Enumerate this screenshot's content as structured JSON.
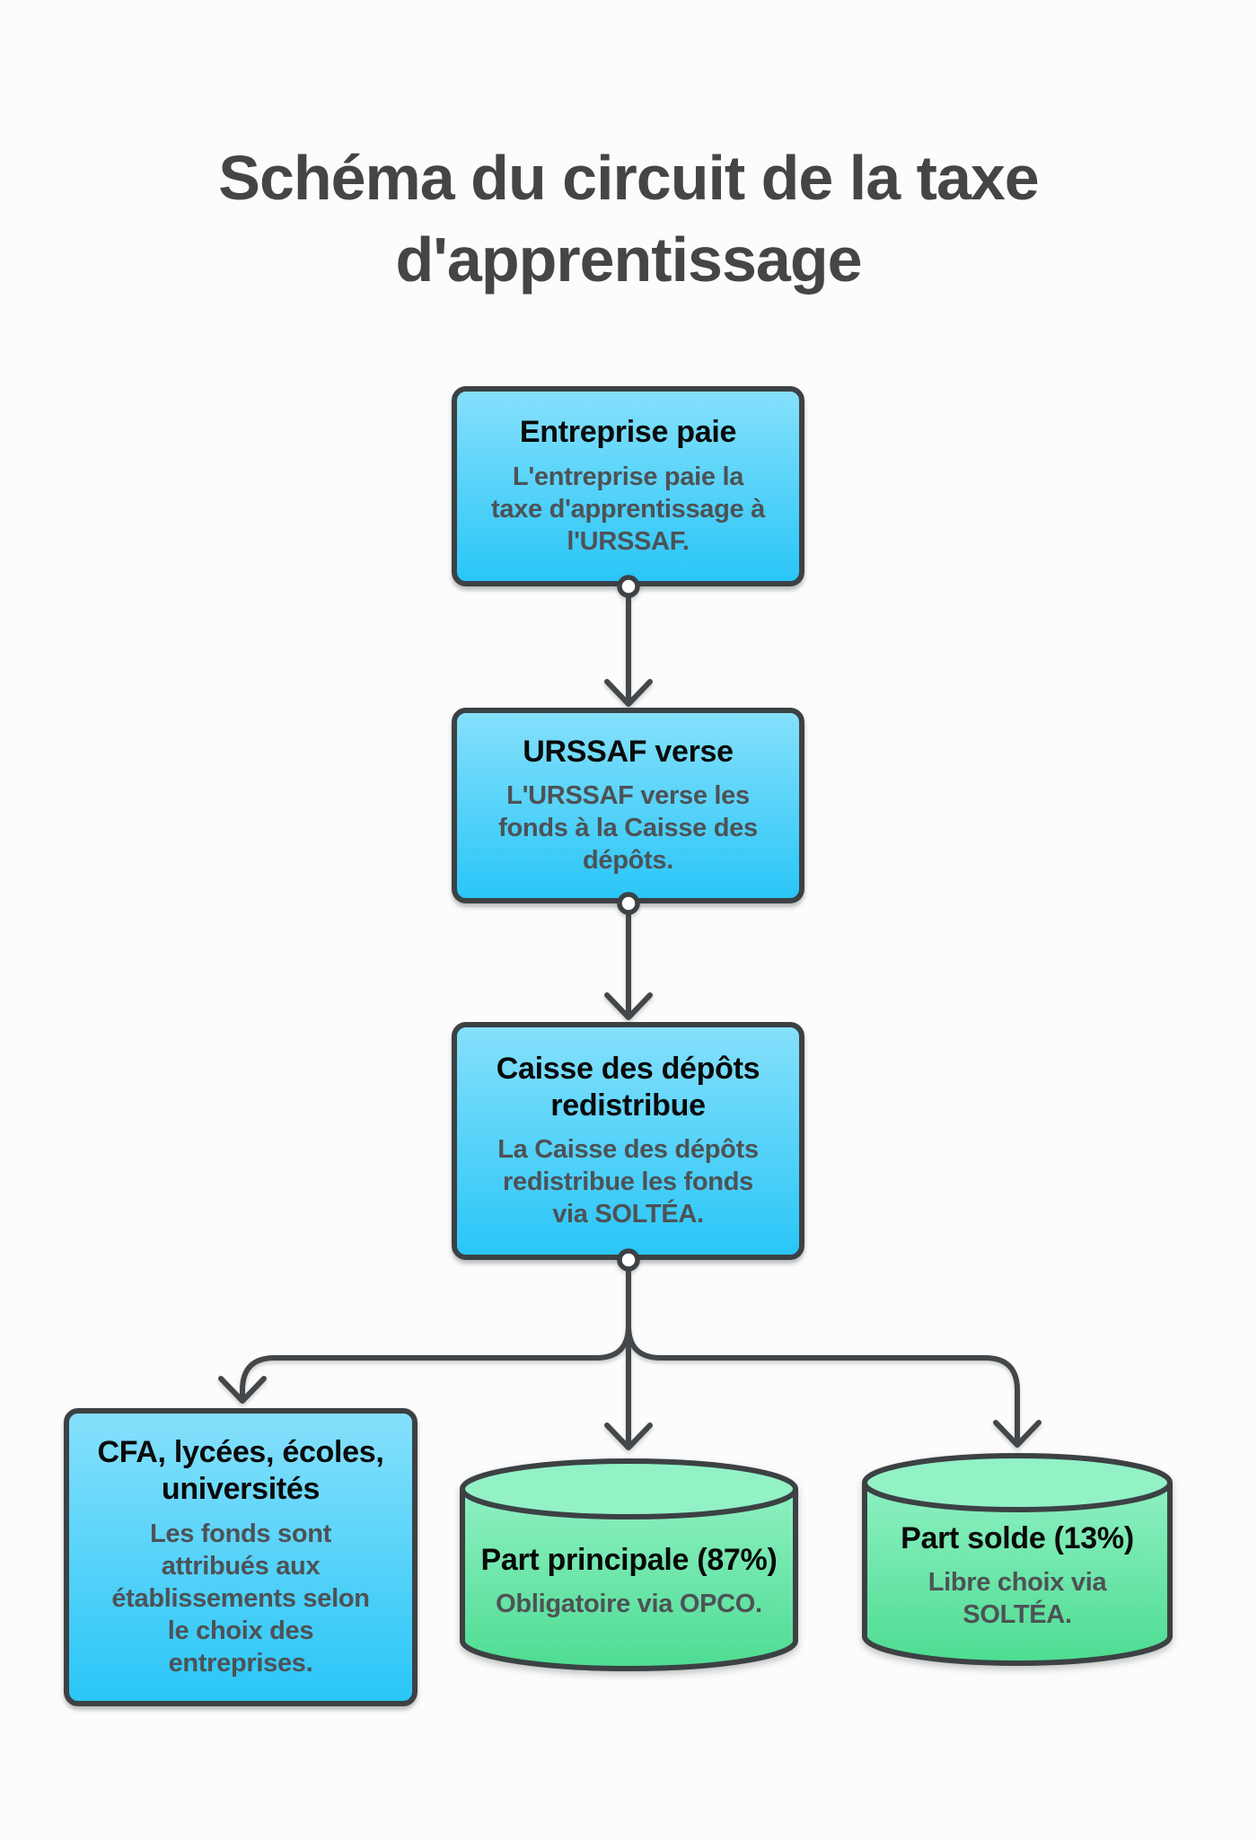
{
  "title": {
    "line1": "Schéma du circuit de la taxe",
    "line2": "d'apprentissage"
  },
  "nodes": [
    {
      "id": "entreprise",
      "shape": "rect",
      "title": "Entreprise paie",
      "description": "L'entreprise paie la taxe d'apprentissage à l'URSSAF."
    },
    {
      "id": "urssaf",
      "shape": "rect",
      "title": "URSSAF verse",
      "description": "L'URSSAF verse les fonds à la Caisse des dépôts."
    },
    {
      "id": "caisse",
      "shape": "rect",
      "title": "Caisse des dépôts redistribue",
      "description": "La Caisse des dépôts redistribue les fonds via SOLTÉA."
    },
    {
      "id": "cfa",
      "shape": "rect",
      "title": "CFA, lycées, écoles, universités",
      "description": "Les fonds sont attribués aux établissements selon le choix des entreprises."
    },
    {
      "id": "part-principale",
      "shape": "cylinder",
      "title": "Part principale (87%)",
      "description": "Obligatoire via OPCO."
    },
    {
      "id": "part-solde",
      "shape": "cylinder",
      "title": "Part solde (13%)",
      "description": "Libre choix via SOLTÉA."
    }
  ],
  "colors": {
    "background": "#FCFCFC",
    "title_text": "#454545",
    "node_title_text": "#0A0A0A",
    "node_desc_text": "#4D5256",
    "border": "#3C4144",
    "arrow": "#43474A",
    "rect_gradient_top": "#85E0FB",
    "rect_gradient_bottom": "#2AC6F7",
    "cylinder_gradient_top": "#8EF0C2",
    "cylinder_gradient_bottom": "#4EDC92",
    "cylinder_top_ellipse": "#93F1C6"
  }
}
